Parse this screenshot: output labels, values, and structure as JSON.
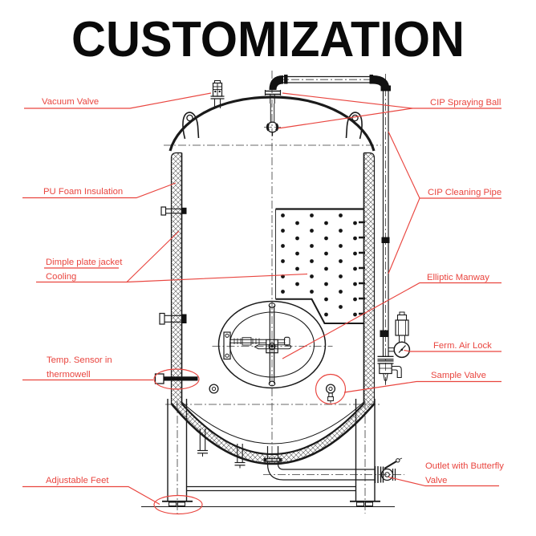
{
  "title": "CUSTOMIZATION",
  "colors": {
    "label_red": "#e9453f",
    "line_black": "#1a1a1a",
    "background": "#ffffff"
  },
  "labels": {
    "vacuum_valve": "Vacuum Valve",
    "cip_spraying_ball": "CIP Spraying Ball",
    "pu_foam_insulation": "PU Foam Insulation",
    "cip_cleaning_pipe": "CIP Cleaning Pipe",
    "dimple_jacket_line1": "Dimple plate jacket",
    "dimple_jacket_line2": "Cooling",
    "elliptic_manway": "Elliptic Manway",
    "temp_sensor_line1": "Temp. Sensor in",
    "temp_sensor_line2": "thermowell",
    "ferm_air_lock": "Ferm. Air Lock",
    "sample_valve": "Sample Valve",
    "adjustable_feet": "Adjustable Feet",
    "outlet_line1": "Outlet with Butterfly",
    "outlet_line2": "Valve"
  }
}
